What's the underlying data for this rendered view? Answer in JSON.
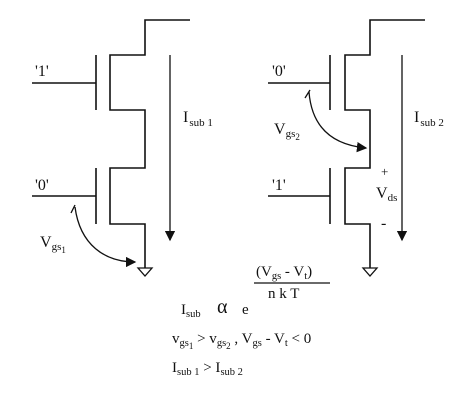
{
  "left": {
    "gate_top_label": "'1'",
    "gate_bottom_label": "'0'",
    "current_label": "I",
    "current_sub": "sub 1",
    "vgs_label": "V",
    "vgs_sub": "gs",
    "vgs_subsub": "1"
  },
  "right": {
    "gate_top_label": "'0'",
    "gate_bottom_label": "'1'",
    "current_label": "I",
    "current_sub": "sub 2",
    "vgs_label": "V",
    "vgs_sub": "gs",
    "vgs_subsub": "2",
    "vds_plus": "+",
    "vds_label": "V",
    "vds_sub": "ds",
    "vds_minus": "-"
  },
  "equations": {
    "exp_num_open": "(V",
    "exp_num_gs": "gs",
    "exp_num_mid": " - V",
    "exp_num_t": "t",
    "exp_num_close": ")",
    "exp_den": "n k T",
    "isub": "I",
    "isub_sub": "sub",
    "alpha": "α",
    "e": "e",
    "line2_v1": "v",
    "line2_v1_sub": "gs",
    "line2_v1_subsub": "1",
    "line2_gt": " > v",
    "line2_v2_sub": "gs",
    "line2_v2_subsub": "2",
    "line2_comma": " ,  V",
    "line2_vgs_sub": "gs",
    "line2_minus": " - V",
    "line2_vt_sub": "t",
    "line2_lt0": " < 0",
    "line3_i1": "I",
    "line3_i1_sub": "sub 1",
    "line3_gt": " > I",
    "line3_i2_sub": "sub 2"
  }
}
